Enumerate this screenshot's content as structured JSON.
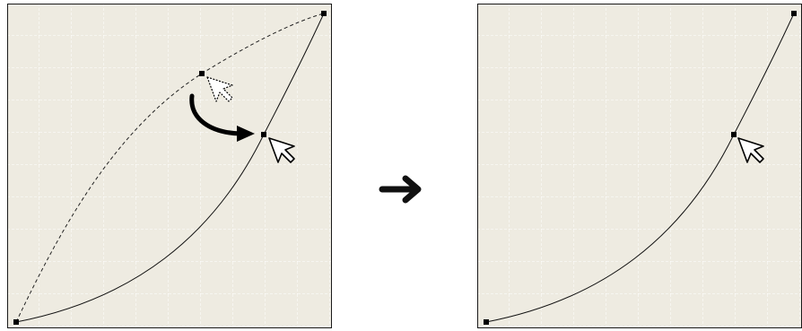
{
  "figure": {
    "description_visible_text": "",
    "panels": [
      {
        "id": "before",
        "curve_points": [
          "start-handle",
          "dragged-handle-original",
          "dragged-handle-new",
          "end-handle"
        ],
        "has_dashed_previous_curve": true,
        "has_drag_arrow": true
      },
      {
        "id": "after",
        "curve_points": [
          "start-handle",
          "moved-handle",
          "end-handle"
        ],
        "has_dashed_previous_curve": false,
        "has_drag_arrow": false
      }
    ]
  },
  "icons": {
    "cursor": "arrow-pointer-icon",
    "ghost_cursor": "dashed-arrow-pointer-icon",
    "transition": "right-arrow-icon",
    "drag": "curved-arrow-icon"
  },
  "colors": {
    "canvas_bg": "#eeebe1",
    "grid": "#ffffff",
    "frame": "#000000",
    "curve": "#000000"
  }
}
